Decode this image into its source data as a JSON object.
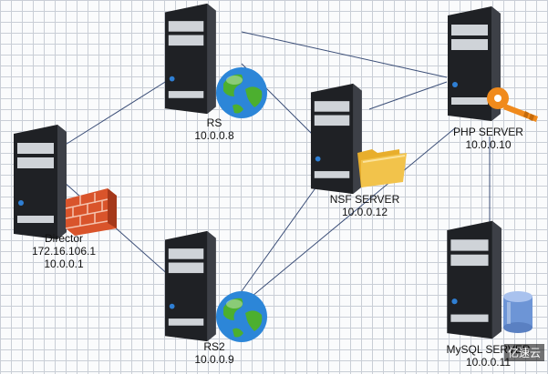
{
  "diagram": {
    "nodes": [
      {
        "id": "director",
        "name": "Director",
        "ips": [
          "172.16.106.1",
          "10.0.0.1"
        ],
        "badge": "firewall-icon"
      },
      {
        "id": "rs",
        "name": "RS",
        "ips": [
          "10.0.0.8"
        ],
        "badge": "globe-icon"
      },
      {
        "id": "rs2",
        "name": "RS2",
        "ips": [
          "10.0.0.9"
        ],
        "badge": "globe-icon"
      },
      {
        "id": "nsf",
        "name": "NSF SERVER",
        "ips": [
          "10.0.0.12"
        ],
        "badge": "folder-icon"
      },
      {
        "id": "php",
        "name": "PHP SERVER",
        "ips": [
          "10.0.0.10"
        ],
        "badge": "key-icon"
      },
      {
        "id": "mysql",
        "name": "MySQL SERVER",
        "ips": [
          "10.0.0.11"
        ],
        "badge": "database-icon"
      }
    ],
    "links": [
      [
        "director",
        "rs"
      ],
      [
        "director",
        "rs2"
      ],
      [
        "rs",
        "nsf"
      ],
      [
        "rs",
        "php"
      ],
      [
        "rs2",
        "nsf"
      ],
      [
        "rs2",
        "php"
      ],
      [
        "nsf",
        "php"
      ],
      [
        "php",
        "mysql"
      ]
    ],
    "watermark": "亿速云"
  },
  "colors": {
    "grid": "#c9ced6",
    "link": "#3c4f78",
    "server_body": "#1f2125",
    "server_face": "#cfd3d8",
    "led": "#2f7fd4",
    "globe_sea": "#2c86d8",
    "globe_land": "#4caf2f",
    "folder": "#f2c34b",
    "key": "#f08a1c",
    "firewall": "#d9542b",
    "database": "#6d95d6"
  }
}
